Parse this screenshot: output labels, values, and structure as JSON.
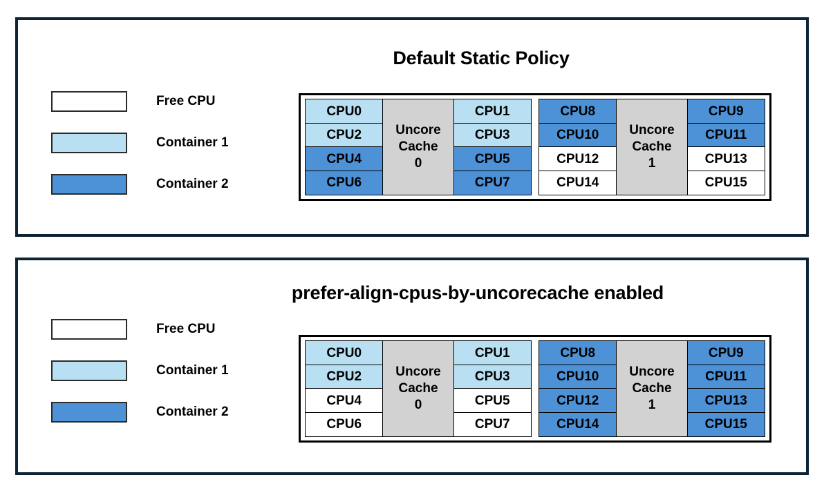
{
  "colors": {
    "free_cpu": "#ffffff",
    "container_1": "#b9e0f2",
    "container_2": "#4d91d7",
    "cache_box": "#d2d2d2",
    "panel_border": "#0d2436",
    "cell_border": "#000000"
  },
  "legend": {
    "items": [
      {
        "label": "Free CPU",
        "fill": "free"
      },
      {
        "label": "Container 1",
        "fill": "c1"
      },
      {
        "label": "Container 2",
        "fill": "c2"
      }
    ]
  },
  "panels": [
    {
      "id": "default-static-policy",
      "title": "Default Static Policy",
      "diagram": {
        "cache_groups": [
          {
            "cache_label_line1": "Uncore",
            "cache_label_line2": "Cache",
            "cache_label_line3": "0",
            "left_column": [
              {
                "label": "CPU0",
                "fill": "c1"
              },
              {
                "label": "CPU2",
                "fill": "c1"
              },
              {
                "label": "CPU4",
                "fill": "c2"
              },
              {
                "label": "CPU6",
                "fill": "c2"
              }
            ],
            "right_column": [
              {
                "label": "CPU1",
                "fill": "c1"
              },
              {
                "label": "CPU3",
                "fill": "c1"
              },
              {
                "label": "CPU5",
                "fill": "c2"
              },
              {
                "label": "CPU7",
                "fill": "c2"
              }
            ]
          },
          {
            "cache_label_line1": "Uncore",
            "cache_label_line2": "Cache",
            "cache_label_line3": "1",
            "left_column": [
              {
                "label": "CPU8",
                "fill": "c2"
              },
              {
                "label": "CPU10",
                "fill": "c2"
              },
              {
                "label": "CPU12",
                "fill": "free"
              },
              {
                "label": "CPU14",
                "fill": "free"
              }
            ],
            "right_column": [
              {
                "label": "CPU9",
                "fill": "c2"
              },
              {
                "label": "CPU11",
                "fill": "c2"
              },
              {
                "label": "CPU13",
                "fill": "free"
              },
              {
                "label": "CPU15",
                "fill": "free"
              }
            ]
          }
        ]
      }
    },
    {
      "id": "prefer-align-cpus-by-uncorecache-enabled",
      "title": "prefer-align-cpus-by-uncorecache enabled",
      "diagram": {
        "cache_groups": [
          {
            "cache_label_line1": "Uncore",
            "cache_label_line2": "Cache",
            "cache_label_line3": "0",
            "left_column": [
              {
                "label": "CPU0",
                "fill": "c1"
              },
              {
                "label": "CPU2",
                "fill": "c1"
              },
              {
                "label": "CPU4",
                "fill": "free"
              },
              {
                "label": "CPU6",
                "fill": "free"
              }
            ],
            "right_column": [
              {
                "label": "CPU1",
                "fill": "c1"
              },
              {
                "label": "CPU3",
                "fill": "c1"
              },
              {
                "label": "CPU5",
                "fill": "free"
              },
              {
                "label": "CPU7",
                "fill": "free"
              }
            ]
          },
          {
            "cache_label_line1": "Uncore",
            "cache_label_line2": "Cache",
            "cache_label_line3": "1",
            "left_column": [
              {
                "label": "CPU8",
                "fill": "c2"
              },
              {
                "label": "CPU10",
                "fill": "c2"
              },
              {
                "label": "CPU12",
                "fill": "c2"
              },
              {
                "label": "CPU14",
                "fill": "c2"
              }
            ],
            "right_column": [
              {
                "label": "CPU9",
                "fill": "c2"
              },
              {
                "label": "CPU11",
                "fill": "c2"
              },
              {
                "label": "CPU13",
                "fill": "c2"
              },
              {
                "label": "CPU15",
                "fill": "c2"
              }
            ]
          }
        ]
      }
    }
  ]
}
